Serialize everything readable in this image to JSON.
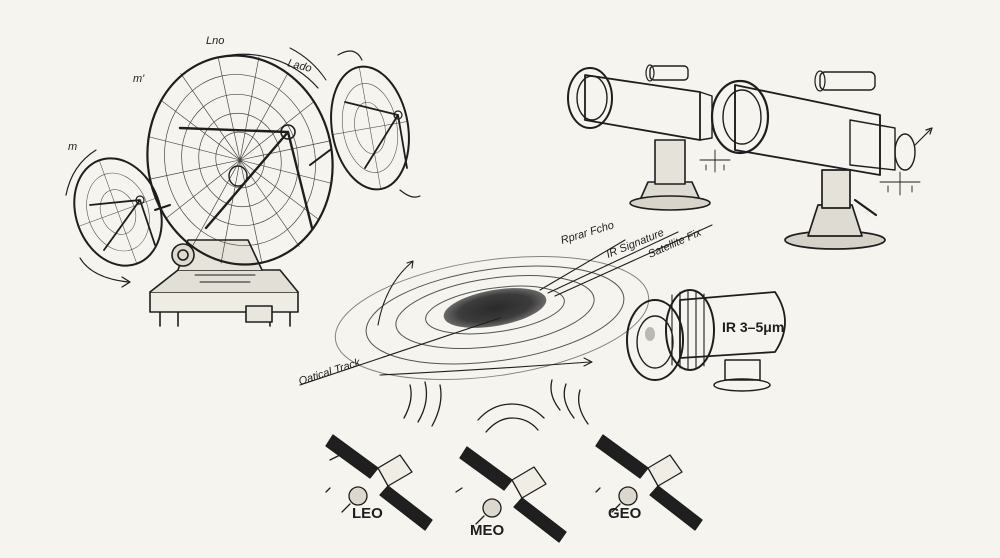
{
  "radar_labels": {
    "top": "Lno",
    "right": "Lado",
    "left": "m'",
    "far_left": "m"
  },
  "signal_labels": {
    "radar_echo": "Rprar Fcho",
    "ir_signature": "IR Signature",
    "satellite_fix": "Satellite Fix",
    "optical_track": "Oatical Track"
  },
  "ir_camera": {
    "band_label": "IR 3–5μm"
  },
  "satellites": [
    {
      "orbit": "LEO"
    },
    {
      "orbit": "MEO"
    },
    {
      "orbit": "GEO"
    }
  ],
  "colors": {
    "ink": "#1e1e1e",
    "paper": "#f6f4ee",
    "shade": "#8a8a85"
  }
}
